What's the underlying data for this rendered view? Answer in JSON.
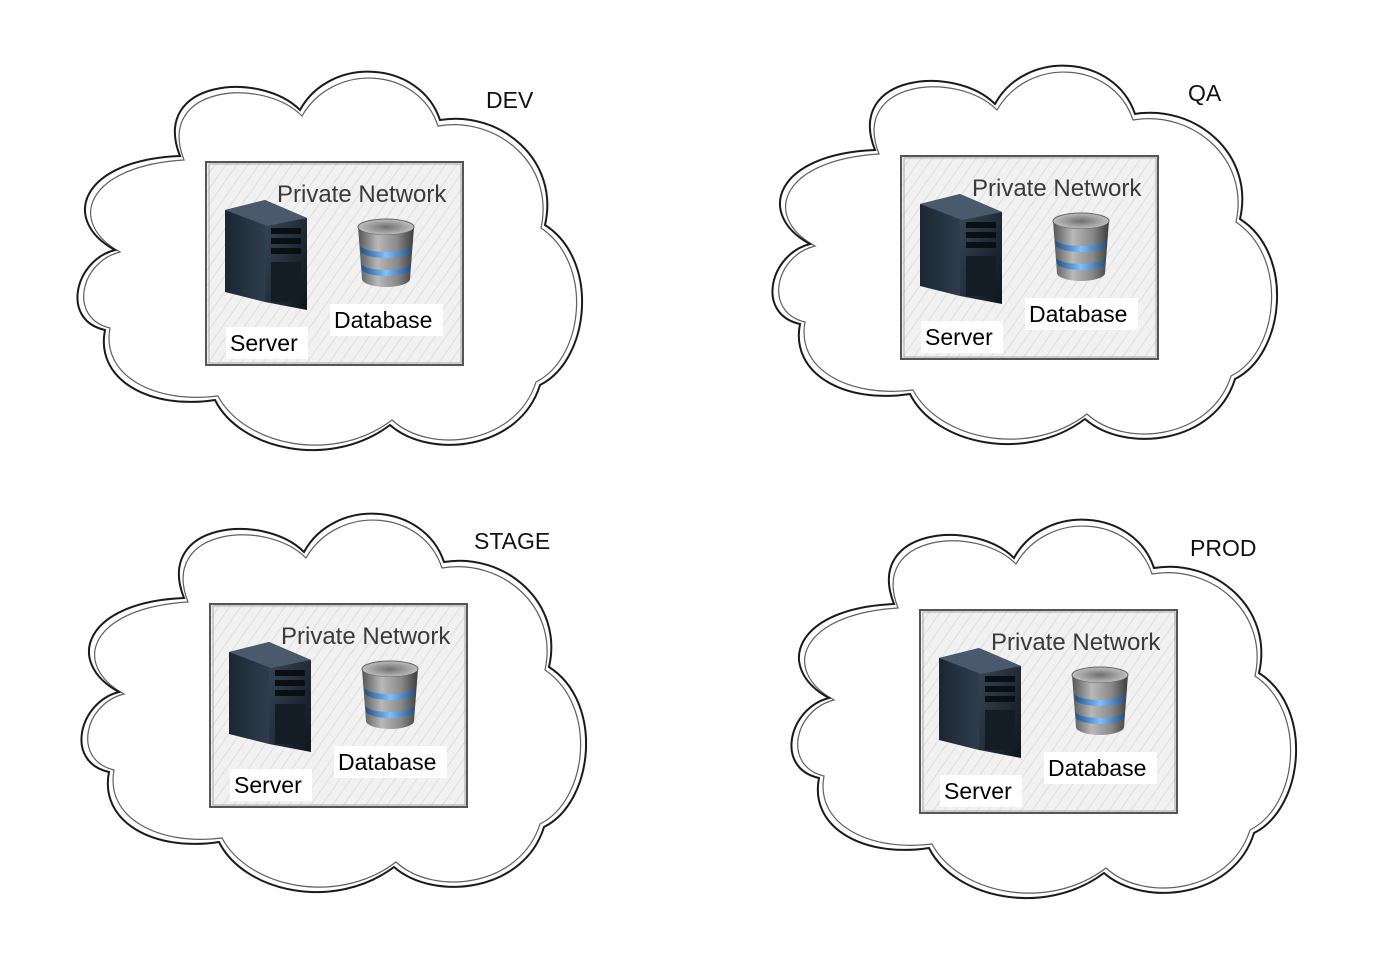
{
  "diagram": {
    "environments": [
      {
        "name": "DEV",
        "network_label": "Private Network",
        "server_label": "Server",
        "database_label": "Database"
      },
      {
        "name": "QA",
        "network_label": "Private Network",
        "server_label": "Server",
        "database_label": "Database"
      },
      {
        "name": "STAGE",
        "network_label": "Private Network",
        "server_label": "Server",
        "database_label": "Database"
      },
      {
        "name": "PROD",
        "network_label": "Private Network",
        "server_label": "Server",
        "database_label": "Database"
      }
    ]
  },
  "colors": {
    "cloud_stroke": "#1a1a1a",
    "network_fill": "#f0f0f0",
    "network_stroke": "#555555",
    "server_body": "#1f2a36",
    "database_accent": "#4a8fd6"
  }
}
